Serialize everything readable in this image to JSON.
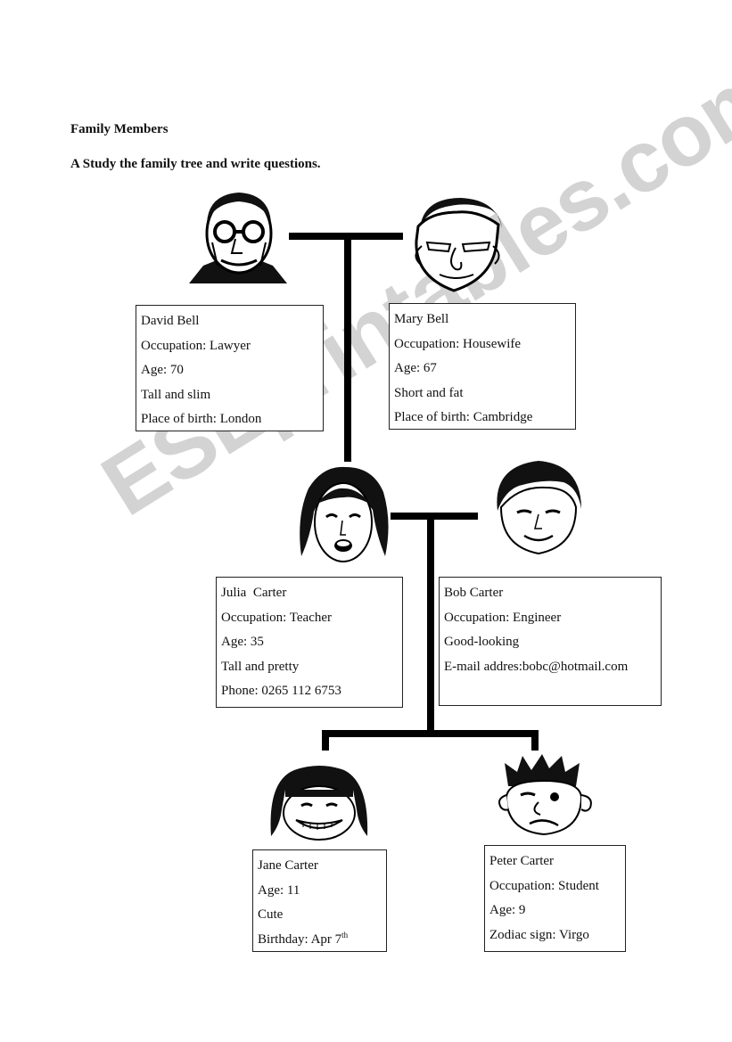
{
  "title": "Family Members",
  "instruction": "A Study the family tree and write questions.",
  "watermark": "ESLprintables.com",
  "members": {
    "david": [
      "David Bell",
      "Occupation: Lawyer",
      "Age: 70",
      "Tall and slim",
      "Place of birth: London"
    ],
    "mary": [
      "Mary Bell",
      "Occupation: Housewife",
      "Age: 67",
      "Short and fat",
      "Place of birth: Cambridge"
    ],
    "julia": [
      "Julia  Carter",
      "Occupation: Teacher",
      "Age: 35",
      "Tall and pretty",
      "Phone: 0265 112 6753"
    ],
    "bob": [
      "Bob Carter",
      "Occupation: Engineer",
      "Good-looking",
      "E-mail addres:bobc@hotmail.com"
    ],
    "jane": [
      "Jane Carter",
      "Age: 11",
      "Cute",
      "Birthday: Apr 7",
      "th"
    ],
    "peter": [
      "Peter Carter",
      "Occupation: Student",
      "Age: 9",
      "Zodiac sign: Virgo"
    ]
  }
}
